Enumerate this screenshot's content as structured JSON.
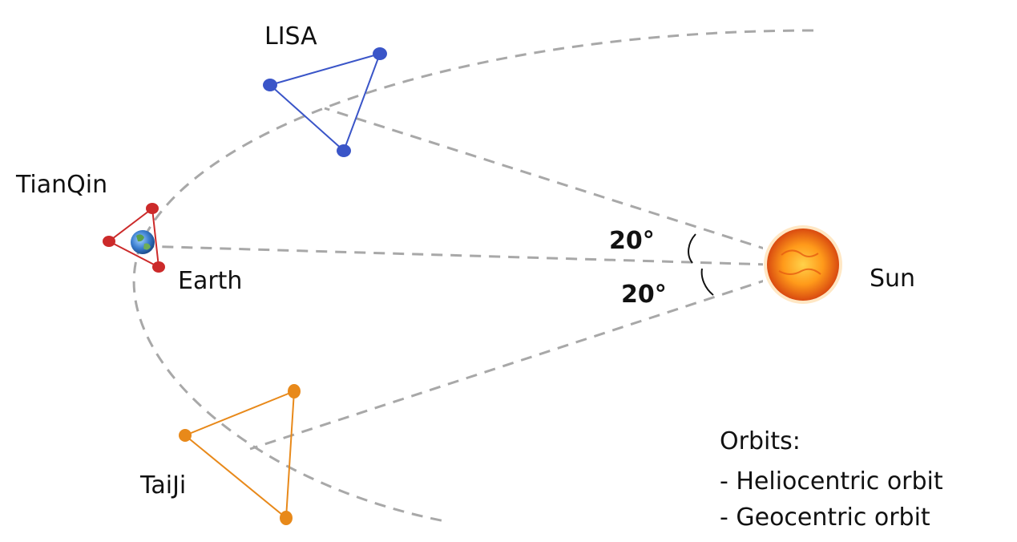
{
  "labels": {
    "lisa": "LISA",
    "tianqin": "TianQin",
    "earth": "Earth",
    "taiji": "TaiJi",
    "sun": "Sun",
    "angle_upper": "20°",
    "angle_lower": "20°"
  },
  "legend": {
    "title": "Orbits:",
    "items": [
      "- Heliocentric orbit",
      "- Geocentric orbit"
    ]
  },
  "colors": {
    "lisa": "#3a55c8",
    "tianqin": "#cc2a2a",
    "taiji": "#e8891a",
    "dashed": "#a8a8a8",
    "sun_core": "#ff9a1a",
    "sun_edge": "#d94a10",
    "earth": "#3c7fd0"
  },
  "icons": {
    "sun": "sun-icon",
    "earth": "earth-icon"
  }
}
